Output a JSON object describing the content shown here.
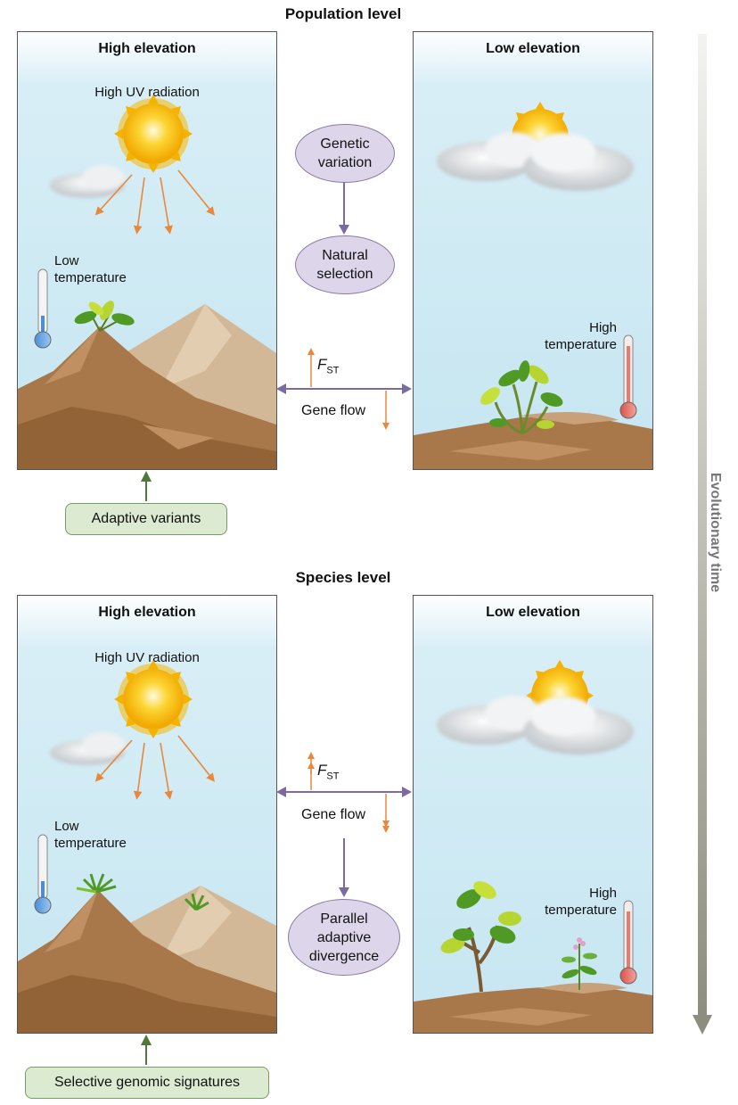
{
  "population": {
    "title": "Population level",
    "left_panel": {
      "title": "High elevation",
      "uv_label": "High UV radiation",
      "temp_label_1": "Low",
      "temp_label_2": "temperature"
    },
    "right_panel": {
      "title": "Low elevation",
      "temp_label_1": "High",
      "temp_label_2": "temperature"
    },
    "node_1_line1": "Genetic",
    "node_1_line2": "variation",
    "node_2_line1": "Natural",
    "node_2_line2": "selection",
    "fst_main": "F",
    "fst_sub": "ST",
    "gene_flow": "Gene flow",
    "output_box": "Adaptive variants"
  },
  "species": {
    "title": "Species level",
    "left_panel": {
      "title": "High elevation",
      "uv_label": "High UV radiation",
      "temp_label_1": "Low",
      "temp_label_2": "temperature"
    },
    "right_panel": {
      "title": "Low elevation",
      "temp_label_1": "High",
      "temp_label_2": "temperature"
    },
    "fst_main": "F",
    "fst_sub": "ST",
    "gene_flow": "Gene flow",
    "node_1_line1": "Parallel",
    "node_1_line2": "adaptive",
    "node_1_line3": "divergence",
    "output_box": "Selective genomic signatures"
  },
  "time_axis": {
    "label": "Evolutionary time"
  },
  "colors": {
    "sky": "#c6e6f1",
    "mountain": "#a9784a",
    "sun": "#f7c41a",
    "uv_ray": "#e8883a",
    "node_fill": "#ddd6ea",
    "arrow_purple": "#7b6aa3",
    "box_fill": "#dbead0",
    "arrow_green": "#4d7a36",
    "time_arrow": "#8e8e80"
  }
}
